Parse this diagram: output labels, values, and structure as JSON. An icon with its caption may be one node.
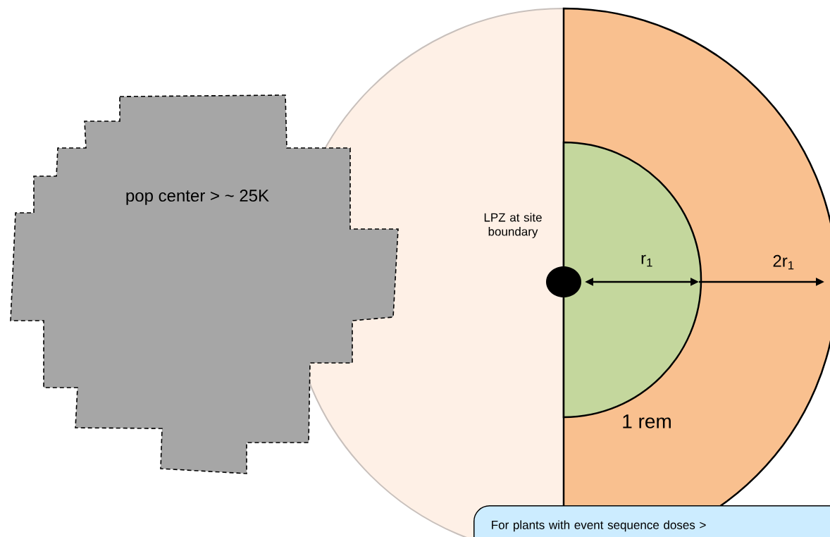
{
  "diagram": {
    "nodes": [
      {
        "text": [
          "pop center > ~ 25K"
        ]
      },
      {
        "text": [
          "LPZ at site boundary"
        ]
      },
      {
        "text": [
          "2r$_{1}$"
        ]
      },
      {
        "text": [
          "r$_{1}$"
        ],
        "in": 2
      },
      {
        "text": [
          "For plants with event sequence doses >"
        ]
      }
    ],
    "labels": [
      "1 rem"
    ]
  }
}
